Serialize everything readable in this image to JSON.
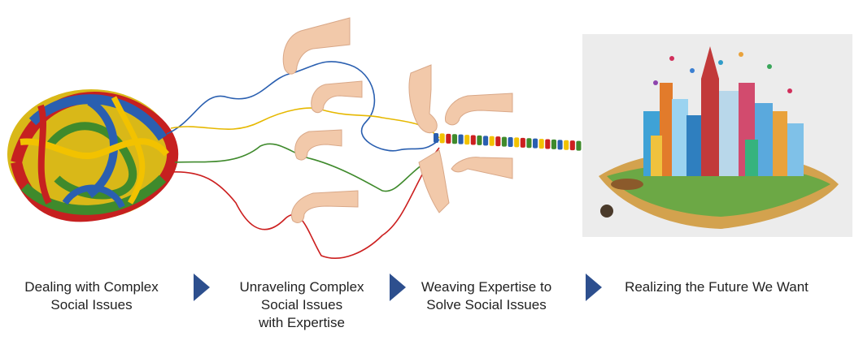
{
  "steps": [
    {
      "label": "Dealing with Complex\nSocial Issues"
    },
    {
      "label": "Unraveling Complex\nSocial Issues\nwith Expertise"
    },
    {
      "label": "Weaving Expertise to\nSolve Social Issues"
    },
    {
      "label": "Realizing the Future We Want"
    }
  ],
  "colors": {
    "arrow": "#2d4f8e",
    "thread_blue": "#2a5fb0",
    "thread_yellow": "#f2c200",
    "thread_green": "#3f8a2c",
    "thread_red": "#cc1f1f",
    "skin": "#f2c9aa"
  },
  "icons": [
    "tangled-yarn-ball-icon",
    "hand-icon",
    "woven-braid-icon",
    "city-skyline-icon",
    "triangle-arrow-icon"
  ]
}
